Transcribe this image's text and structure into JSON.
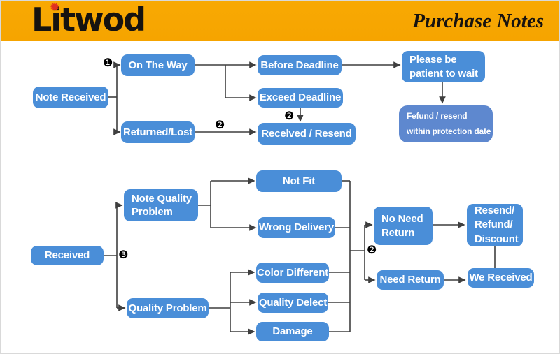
{
  "header": {
    "brand": "Litwod",
    "title": "Purchase Notes"
  },
  "colors": {
    "header_bg": "#f6a400",
    "node_blue": "#4a8ed8",
    "node_muted_blue": "#5e88cf",
    "connector": "#3f3f3f",
    "logo_sun_red": "#e03020",
    "text_on_node": "#ffffff"
  },
  "markers": {
    "step1": "❶",
    "step2": "❷",
    "step3": "❸"
  },
  "flow_top": {
    "note_received": "Note Received",
    "on_the_way": "On The Way",
    "returned_lost": "Returned/Lost",
    "before_deadline": "Before Deadline",
    "exceed_deadline": "Exceed Deadline",
    "received_resend": "Recelved / Resend",
    "please_wait": [
      "Please be",
      "patient to wait"
    ],
    "refund_protection": [
      "Fefund / resend",
      "within protection date"
    ]
  },
  "flow_bottom": {
    "received": "Received",
    "note_quality_problem": [
      "Note Quality",
      "Problem"
    ],
    "quality_problem": "Quality Problem",
    "not_fit": "Not Fit",
    "wrong_delivery": "Wrong Delivery",
    "color_different": "Color Different",
    "quality_delect": "Quality Delect",
    "damage": "Damage",
    "no_need_return": [
      "No Need",
      "Return"
    ],
    "need_return": "Need Return",
    "resend_refund_discount": [
      "Resend/",
      "Refund/",
      "Discount"
    ],
    "we_received": "We Received"
  }
}
